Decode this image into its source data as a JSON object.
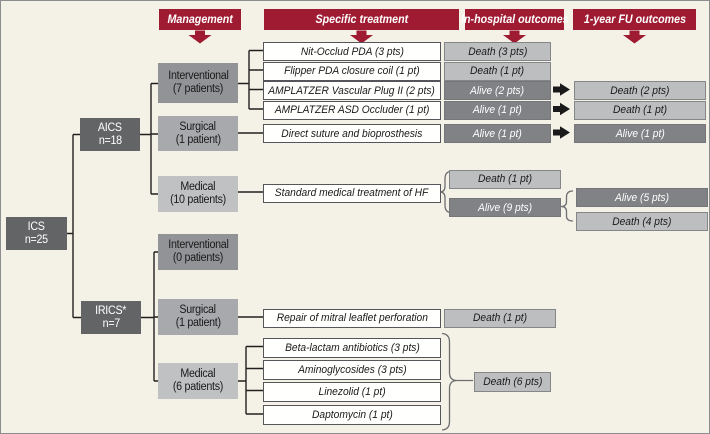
{
  "palette": {
    "header_red": "#9e1b32",
    "node_dark_gray": "#636466",
    "interventional_gray": "#919396",
    "surgical_gray": "#a7a9ac",
    "medical_gray": "#bfc1c3",
    "alive_gray": "#808285",
    "death_gray": "#bcbec0",
    "background": "#f4f2e6",
    "line_black": "#231f20"
  },
  "headers": {
    "management": "Management",
    "specific_treatment": "Specific treatment",
    "in_hospital": "In-hospital outcomes",
    "one_year_fu": "1-year FU outcomes"
  },
  "tree": {
    "root": {
      "line1": "ICS",
      "line2": "n=25"
    },
    "aics": {
      "line1": "AICS",
      "line2": "n=18"
    },
    "irics": {
      "line1": "IRICS*",
      "line2": "n=7"
    },
    "aics_interventional": {
      "line1": "Interventional",
      "line2": "(7 patients)"
    },
    "aics_surgical": {
      "line1": "Surgical",
      "line2": "(1 patient)"
    },
    "aics_medical": {
      "line1": "Medical",
      "line2": "(10 patients)"
    },
    "irics_interventional": {
      "line1": "Interventional",
      "line2": "(0 patients)"
    },
    "irics_surgical": {
      "line1": "Surgical",
      "line2": "(1 patient)"
    },
    "irics_medical": {
      "line1": "Medical",
      "line2": "(6 patients)"
    }
  },
  "treatments": {
    "nit_occlud": "Nit-Occlud PDA (3 pts)",
    "flipper": "Flipper PDA closure coil (1 pt)",
    "vascular_plug": "AMPLATZER Vascular Plug II (2 pts)",
    "asd_occluder": "AMPLATZER ASD Occluder (1 pt)",
    "direct_suture": "Direct suture and bioprosthesis",
    "standard_hf": "Standard medical treatment of HF",
    "repair_mitral": "Repair of mitral leaflet perforation",
    "beta_lactam": "Beta-lactam antibiotics (3 pts)",
    "aminoglycosides": "Aminoglycosides (3 pts)",
    "linezolid": "Linezolid (1 pt)",
    "daptomycin": "Daptomycin (1 pt)"
  },
  "in_hospital_outcomes": {
    "death_3pts": "Death (3 pts)",
    "death_1pt_flipper": "Death (1 pt)",
    "alive_2pts": "Alive (2 pts)",
    "alive_1pt_asd": "Alive (1 pt)",
    "alive_1pt_surgical": "Alive (1 pt)",
    "death_1pt_hf": "Death (1 pt)",
    "alive_9pts": "Alive (9 pts)",
    "death_1pt_mitral": "Death (1 pt)",
    "death_6pts": "Death (6 pts)"
  },
  "one_year_outcomes": {
    "death_2pts": "Death (2 pts)",
    "death_1pt": "Death (1 pt)",
    "alive_1pt": "Alive (1 pt)",
    "alive_5pts": "Alive (5 pts)",
    "death_4pts": "Death (4 pts)"
  }
}
